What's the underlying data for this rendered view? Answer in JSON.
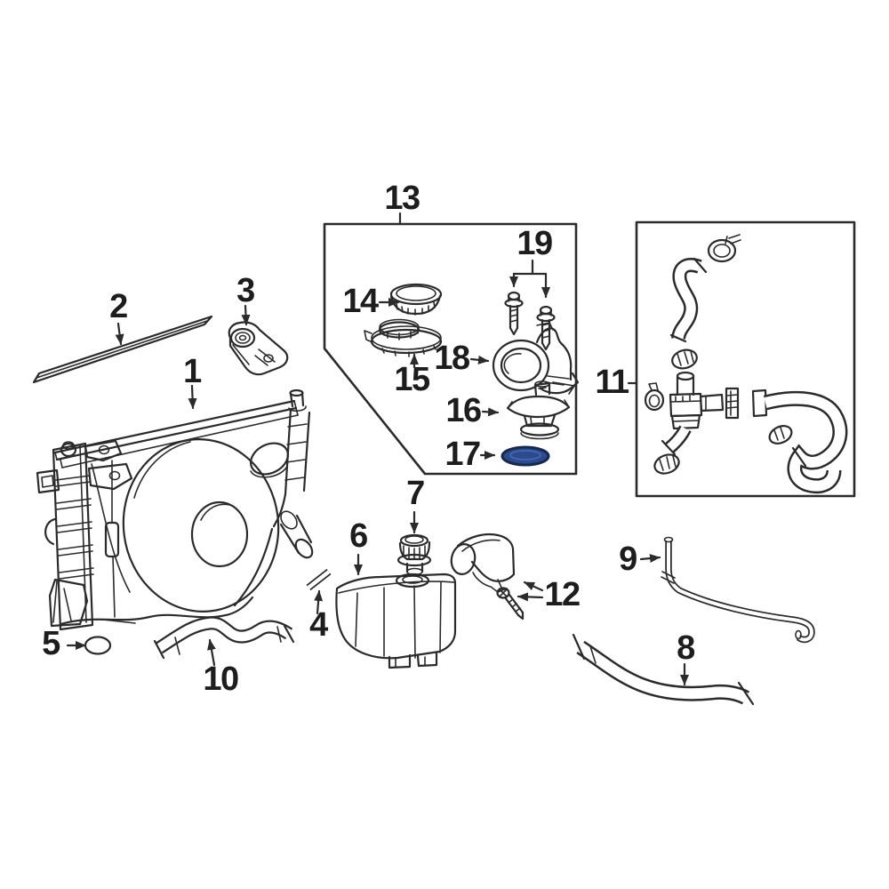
{
  "diagram": {
    "background_color": "#ffffff",
    "line_color": "#2b2b2b",
    "highlighted_callout": "17",
    "highlight_fill": "#2c4a8e",
    "highlight_stroke": "#16294f"
  },
  "callouts": [
    {
      "label": "1"
    },
    {
      "label": "2"
    },
    {
      "label": "3"
    },
    {
      "label": "4"
    },
    {
      "label": "5"
    },
    {
      "label": "6"
    },
    {
      "label": "7"
    },
    {
      "label": "8"
    },
    {
      "label": "9"
    },
    {
      "label": "10"
    },
    {
      "label": "11"
    },
    {
      "label": "12"
    },
    {
      "label": "13"
    },
    {
      "label": "14"
    },
    {
      "label": "15"
    },
    {
      "label": "16"
    },
    {
      "label": "17"
    },
    {
      "label": "18"
    },
    {
      "label": "19"
    }
  ]
}
